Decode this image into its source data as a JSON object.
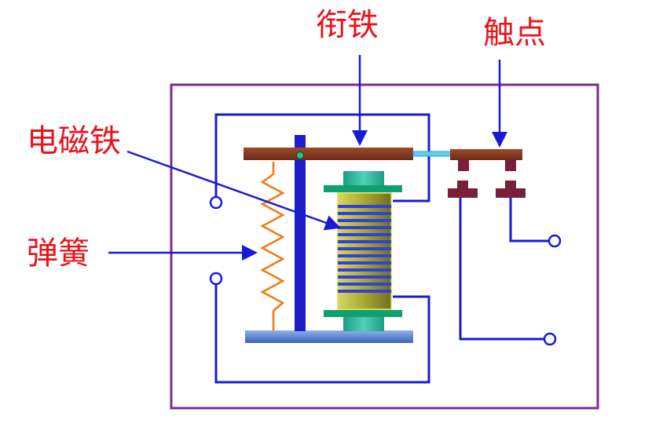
{
  "labels": {
    "armature": "衔铁",
    "contacts": "触点",
    "electromagnet": "电磁铁",
    "spring": "弹簧"
  },
  "colors": {
    "label_text": "#e8141b",
    "wire": "#1a1ad6",
    "frame": "#7d2a8c",
    "armature_bar": "#8b3a22",
    "spring": "#f07a10",
    "coil_core": "#a8a832",
    "coil_winding": "#2f3fe0",
    "bobbin_flange": "#10a070",
    "bobbin_hub": "#30b8a0",
    "contact_block": "#7a1f3a",
    "base_plate": "#5d8ad6"
  }
}
